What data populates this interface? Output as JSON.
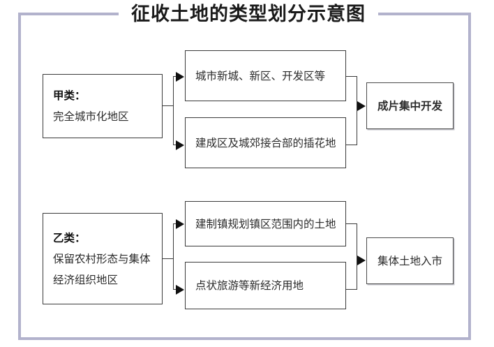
{
  "title": "征收土地的类型划分示意图",
  "theme": {
    "frame_color": "#b2b2cc",
    "box_border": "#3a3a3a",
    "text_color": "#262626",
    "background": "#ffffff"
  },
  "groups": [
    {
      "id": "group-a",
      "category": {
        "heading": "甲类：",
        "description": "完全城市化地区"
      },
      "types": [
        {
          "label": "城市新城、新区、开发区等"
        },
        {
          "label": "建成区及城郊接合部的插花地"
        }
      ],
      "outcome": {
        "label": "成片集中开发",
        "bold": true
      }
    },
    {
      "id": "group-b",
      "category": {
        "heading": "乙类：",
        "description_line1": "保留农村形态与集体",
        "description_line2": "经济组织地区"
      },
      "types": [
        {
          "label": "建制镇规划镇区范围内的土地"
        },
        {
          "label": "点状旅游等新经济用地"
        }
      ],
      "outcome": {
        "label": "集体土地入市",
        "bold": false
      }
    }
  ]
}
